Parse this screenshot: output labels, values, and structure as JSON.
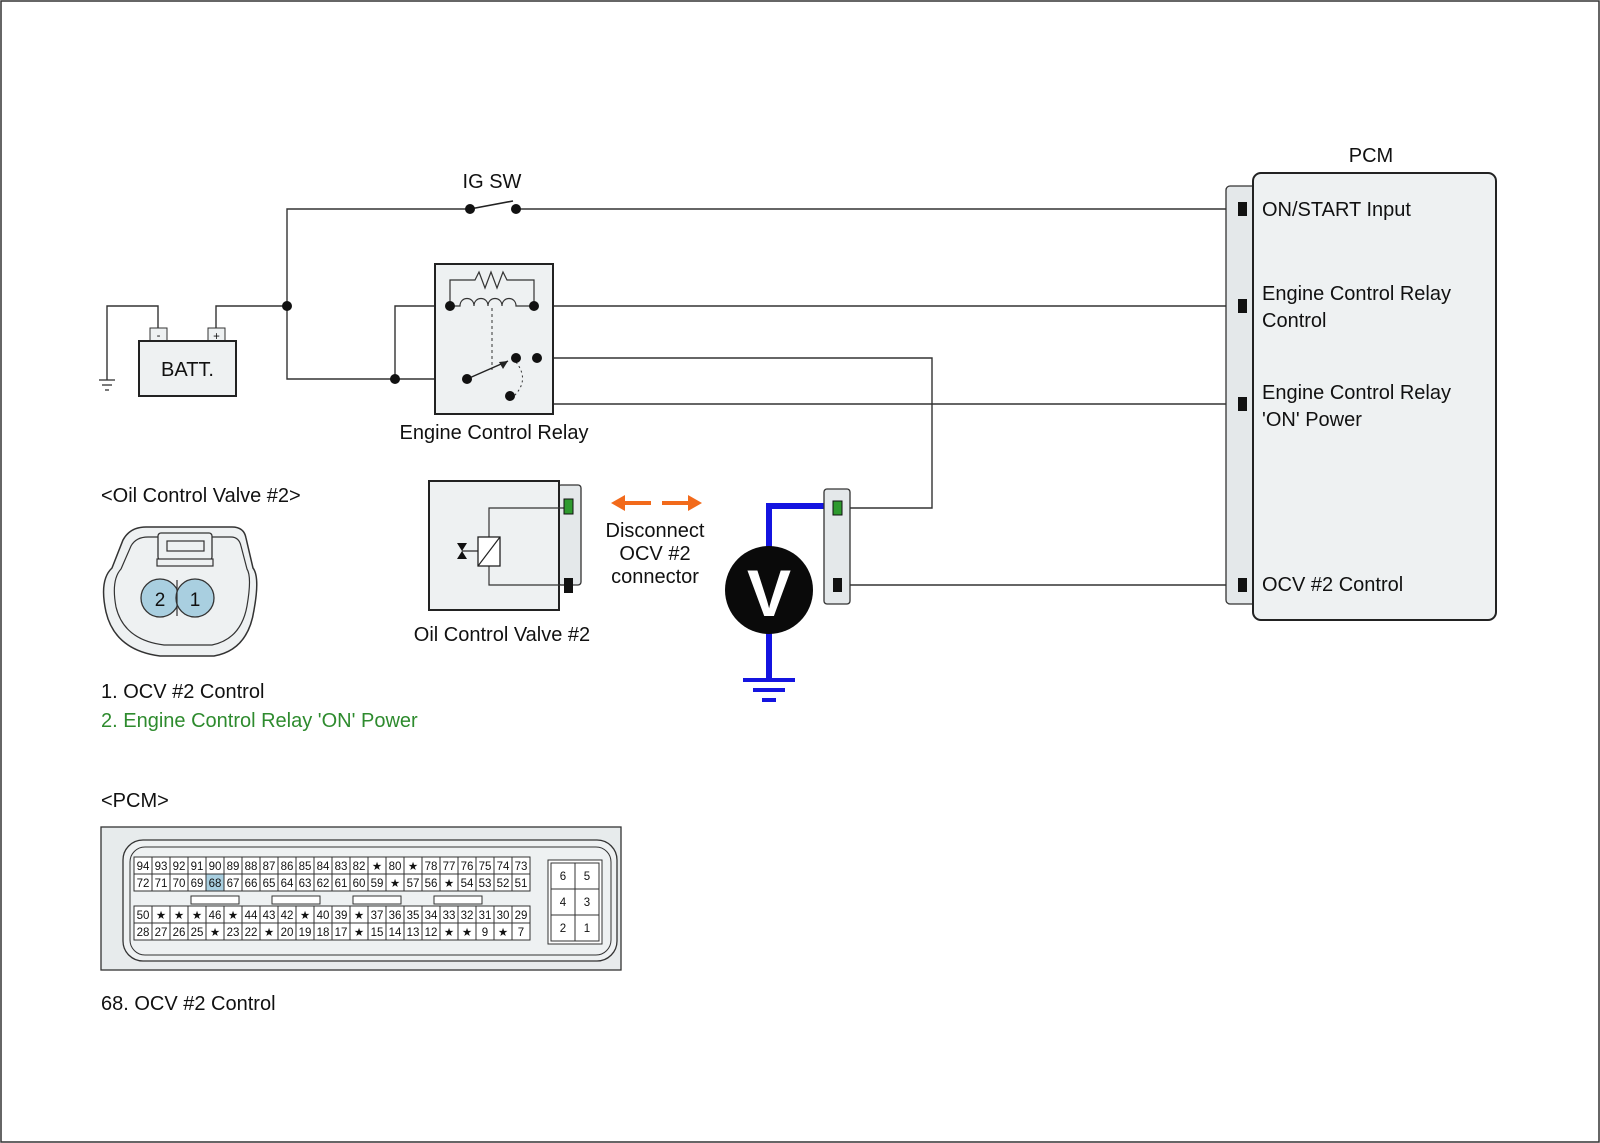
{
  "labels": {
    "ig_sw": "IG SW",
    "pcm": "PCM",
    "batt": "BATT.",
    "batt_minus": "-",
    "batt_plus": "+",
    "engine_control_relay": "Engine Control Relay",
    "oil_control_valve": "Oil Control Valve #2",
    "disconnect_line1": "Disconnect",
    "disconnect_line2": "OCV #2",
    "disconnect_line3": "connector",
    "voltmeter": "V"
  },
  "pcm_terminals": [
    {
      "line1": "ON/START Input",
      "line2": ""
    },
    {
      "line1": "Engine Control Relay",
      "line2": "Control"
    },
    {
      "line1": "Engine Control Relay",
      "line2": "'ON' Power"
    },
    {
      "line1": "OCV #2 Control",
      "line2": ""
    }
  ],
  "ocv_connector": {
    "title": "<Oil Control Valve #2>",
    "pin_left": "2",
    "pin_right": "1",
    "legend": [
      {
        "text": "1. OCV #2 Control",
        "color": "#111111"
      },
      {
        "text": "2. Engine Control Relay 'ON' Power",
        "color": "#2e8b2e"
      }
    ]
  },
  "pcm_connector": {
    "title": "<PCM>",
    "highlight_pin": "68",
    "rows": [
      [
        "94",
        "93",
        "92",
        "91",
        "90",
        "89",
        "88",
        "87",
        "86",
        "85",
        "84",
        "83",
        "82",
        "★",
        "80",
        "★",
        "78",
        "77",
        "76",
        "75",
        "74",
        "73"
      ],
      [
        "72",
        "71",
        "70",
        "69",
        "68",
        "67",
        "66",
        "65",
        "64",
        "63",
        "62",
        "61",
        "60",
        "59",
        "★",
        "57",
        "56",
        "★",
        "54",
        "53",
        "52",
        "51"
      ],
      [
        "50",
        "★",
        "★",
        "★",
        "46",
        "★",
        "44",
        "43",
        "42",
        "★",
        "40",
        "39",
        "★",
        "37",
        "36",
        "35",
        "34",
        "33",
        "32",
        "31",
        "30",
        "29"
      ],
      [
        "28",
        "27",
        "26",
        "25",
        "★",
        "23",
        "22",
        "★",
        "20",
        "19",
        "18",
        "17",
        "★",
        "15",
        "14",
        "13",
        "12",
        "★",
        "★",
        "9",
        "★",
        "7"
      ]
    ],
    "side_pins": [
      [
        "6",
        "5"
      ],
      [
        "4",
        "3"
      ],
      [
        "2",
        "1"
      ]
    ],
    "legend": "68. OCV #2 Control"
  },
  "colors": {
    "measurement_wire": "#1414e0",
    "arrow": "#f26a1b",
    "pin_highlight": "#a9cfe0",
    "green_pin": "#2e9a2e"
  }
}
